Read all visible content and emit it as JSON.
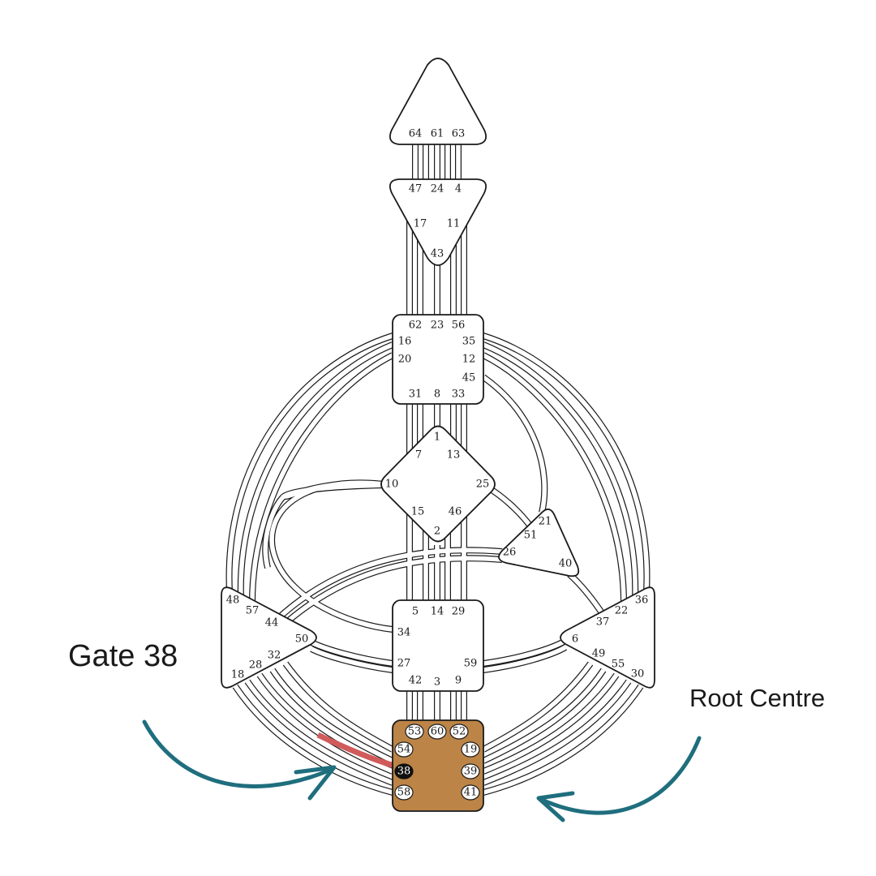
{
  "annotations": {
    "gate_label": "Gate 38",
    "centre_label": "Root Centre",
    "highlight_gate": "38",
    "arrow_color": "#1f6e7e",
    "active_channel_color": "#d15b5b",
    "root_fill": "#bc8446"
  },
  "centres": [
    {
      "id": "head",
      "gates": [
        "64",
        "61",
        "63"
      ]
    },
    {
      "id": "ajna",
      "gates": [
        "47",
        "24",
        "4",
        "17",
        "11",
        "43"
      ]
    },
    {
      "id": "throat",
      "gates": [
        "62",
        "23",
        "56",
        "16",
        "35",
        "20",
        "12",
        "45",
        "31",
        "8",
        "33"
      ]
    },
    {
      "id": "g",
      "gates": [
        "1",
        "7",
        "13",
        "10",
        "25",
        "15",
        "46",
        "2"
      ]
    },
    {
      "id": "heart",
      "gates": [
        "21",
        "51",
        "26",
        "40"
      ]
    },
    {
      "id": "spleen",
      "gates": [
        "48",
        "57",
        "44",
        "50",
        "32",
        "28",
        "18"
      ]
    },
    {
      "id": "sacral",
      "gates": [
        "5",
        "14",
        "29",
        "34",
        "27",
        "59",
        "42",
        "3",
        "9"
      ]
    },
    {
      "id": "solar-plexus",
      "gates": [
        "36",
        "22",
        "37",
        "6",
        "49",
        "55",
        "30"
      ]
    },
    {
      "id": "root",
      "gates": [
        "53",
        "60",
        "52",
        "54",
        "19",
        "38",
        "39",
        "58",
        "41"
      ]
    }
  ]
}
